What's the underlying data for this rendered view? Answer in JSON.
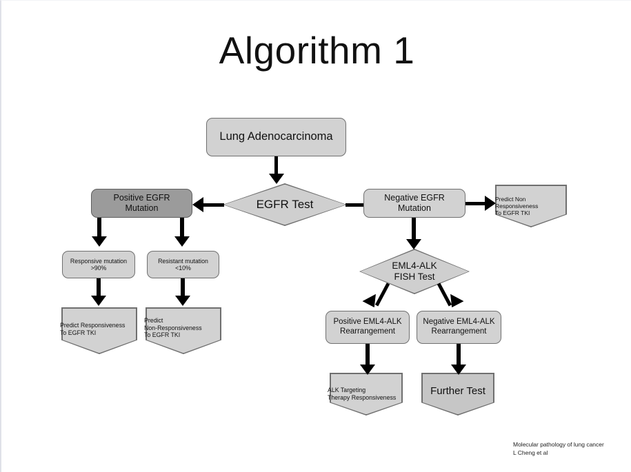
{
  "slide": {
    "title": "Algorithm 1",
    "background_color": "#ffffff",
    "accent_fill_light": "#d2d2d2",
    "accent_fill_mid": "#c6c6c6",
    "accent_fill_dark": "#9b9b9b",
    "outline_color": "#6f6f6f",
    "connector_color": "#000000"
  },
  "nodes": {
    "root": {
      "label": "Lung Adenocarcinoma",
      "shape": "rounded-rectangle",
      "fill": "#d2d2d2"
    },
    "egfr_test": {
      "label": "EGFR Test",
      "shape": "diamond",
      "fill": "#cfcfcf"
    },
    "positive_egfr": {
      "label": "Positive EGFR Mutation",
      "shape": "rounded-rectangle",
      "fill": "#9b9b9b"
    },
    "negative_egfr": {
      "label": "Negative EGFR Mutation",
      "shape": "rounded-rectangle",
      "fill": "#d2d2d2"
    },
    "predict_non_resp_top": {
      "line1": "Predict Non",
      "line2": "Responsiveness",
      "line3": "To EGFR TKI",
      "shape": "pentagon",
      "fill": "#d2d2d2"
    },
    "responsive_mutation": {
      "line1": "Responsive mutation",
      "line2": ">90%",
      "shape": "rounded-rectangle",
      "fill": "#d2d2d2"
    },
    "resistant_mutation": {
      "line1": "Resistant mutation",
      "line2": "<10%",
      "shape": "rounded-rectangle",
      "fill": "#d2d2d2"
    },
    "predict_responsiveness": {
      "line1": "Predict Responsiveness",
      "line2": "To EGFR TKI",
      "shape": "pentagon",
      "fill": "#d2d2d2"
    },
    "predict_non_responsiveness": {
      "line1": "Predict",
      "line2": "Non-Responsiveness",
      "line3": "To EGFR TKI",
      "shape": "pentagon",
      "fill": "#d2d2d2"
    },
    "eml4_alk_test": {
      "line1": "EML4-ALK",
      "line2": "FISH Test",
      "shape": "diamond",
      "fill": "#cfcfcf"
    },
    "positive_eml4": {
      "line1": "Positive EML4-ALK",
      "line2": "Rearrangement",
      "shape": "rounded-rectangle",
      "fill": "#d2d2d2"
    },
    "negative_eml4": {
      "line1": "Negative EML4-ALK",
      "line2": "Rearrangement",
      "shape": "rounded-rectangle",
      "fill": "#d2d2d2"
    },
    "alk_targeting": {
      "line1": "ALK Targeting",
      "line2": "Therapy Responsiveness",
      "shape": "pentagon",
      "fill": "#d2d2d2"
    },
    "further_test": {
      "label": "Further Test",
      "shape": "pentagon",
      "fill": "#c6c6c6"
    }
  },
  "credit": {
    "line1": "Molecular pathology of lung cancer",
    "line2": "L Cheng et al"
  }
}
